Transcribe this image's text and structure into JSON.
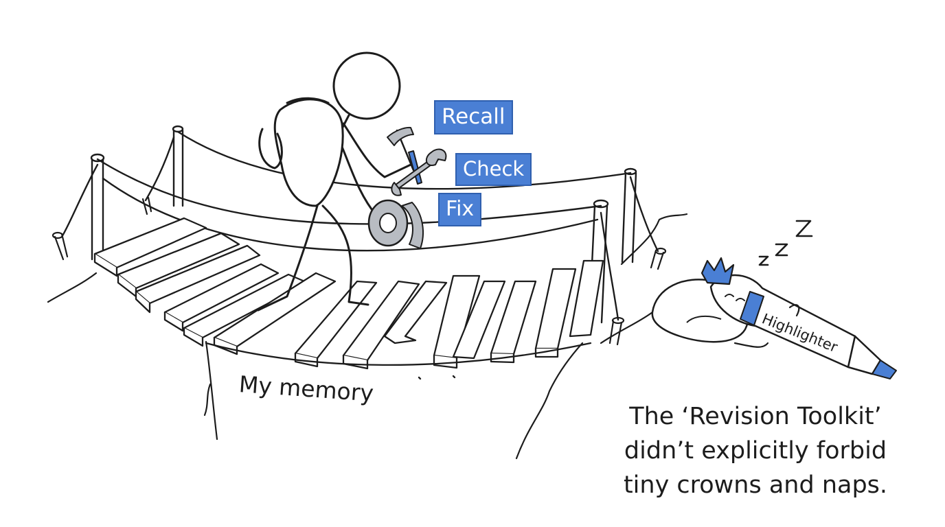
{
  "labels": {
    "recall": "Recall",
    "check": "Check",
    "fix": "Fix"
  },
  "bridge_label": "My memory",
  "marker_label": "Highlighter",
  "caption": {
    "line1": "The ‘Revision Toolkit’",
    "line2": "didn’t explicitly forbid",
    "line3": "tiny crowns and naps."
  },
  "colors": {
    "ink": "#1c1c1c",
    "accent": "#4a7fd4",
    "tape": "#b8bcc2"
  },
  "icons": [
    "hammer-icon",
    "wrench-icon",
    "duct-tape-icon",
    "crown-icon",
    "sleep-z-icon",
    "pillow-icon"
  ]
}
